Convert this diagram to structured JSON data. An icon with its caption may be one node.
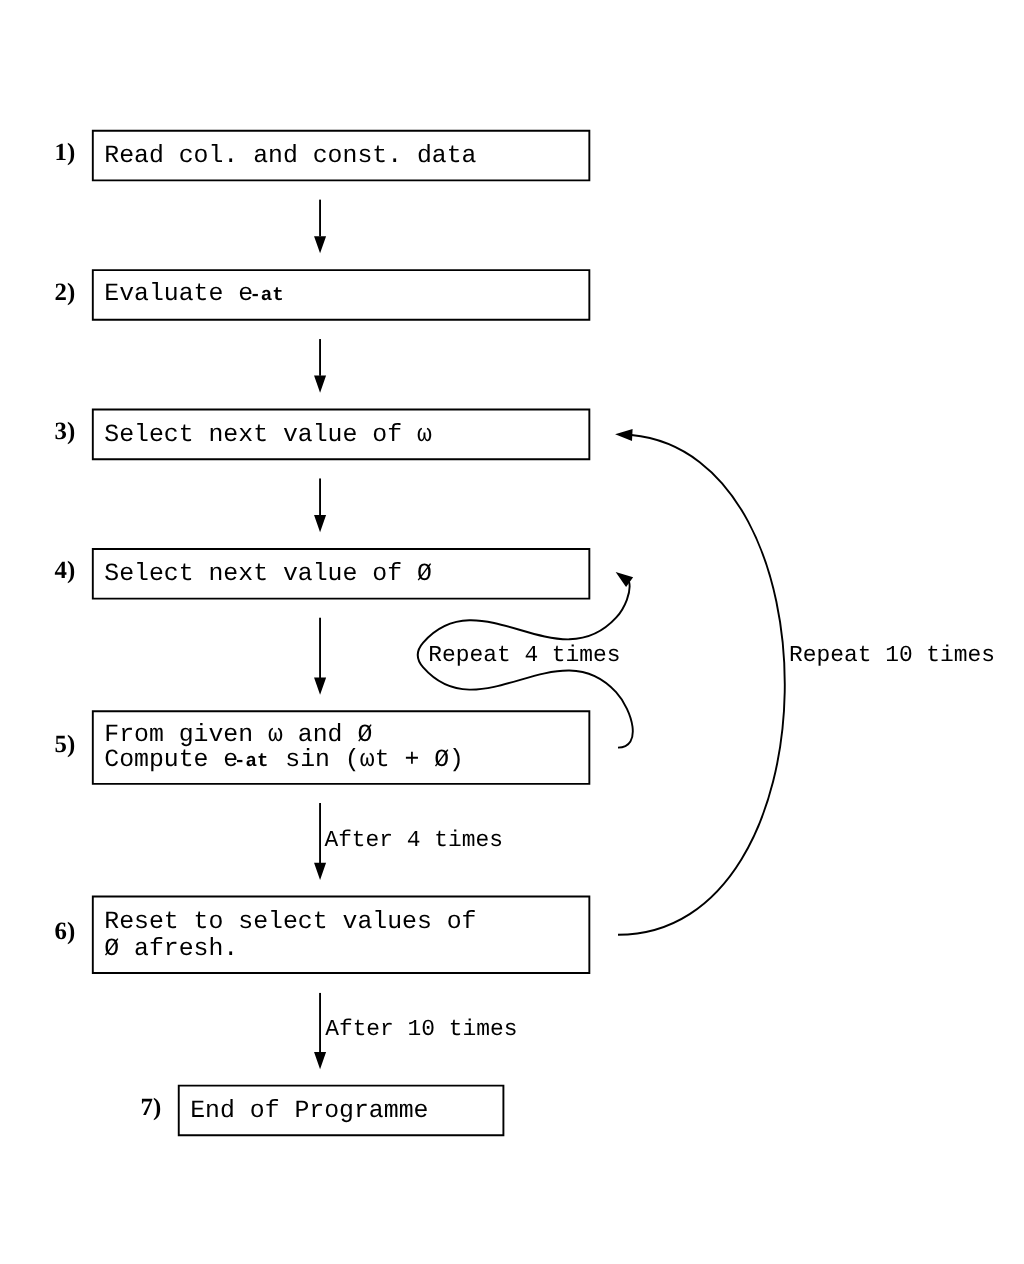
{
  "diagram": {
    "nodes": [
      {
        "text": [
          "Read col. and const. data"
        ],
        "beside": [
          "1)"
        ]
      },
      {
        "text": [
          "Evaluate e$^{-at}$"
        ],
        "beside": [
          "2)"
        ]
      },
      {
        "text": [
          "Select next value of ω"
        ],
        "beside": [
          "3)"
        ]
      },
      {
        "text": [
          "Select next value of Ø"
        ],
        "beside": [
          "4)"
        ]
      },
      {
        "text": [
          "From given ω and Ø Compute e$^{-at}$ sin (ωt + Ø)"
        ],
        "beside": [
          "5)"
        ]
      },
      {
        "text": [
          "Reset to select values of Ø afresh."
        ],
        "beside": [
          "6)"
        ]
      },
      {
        "text": [
          "End of Programme"
        ],
        "beside": [
          "7)"
        ]
      }
    ],
    "edges": [
      {
        "from": 0,
        "to": 1,
        "arrow": "to"
      },
      {
        "from": 1,
        "to": 2,
        "arrow": "to"
      },
      {
        "from": 2,
        "to": 3,
        "arrow": "to"
      },
      {
        "from": 3,
        "to": 4,
        "arrow": "to"
      },
      {
        "from": 4,
        "to": 5,
        "arrow": "to",
        "label": "After 4 times"
      },
      {
        "from": 4,
        "to": 3,
        "arrow": "to",
        "label": "Repeat 4 times"
      },
      {
        "from": 5,
        "to": 2,
        "arrow": "to",
        "label": "Repeat 10 times"
      },
      {
        "from": 5,
        "to": 6,
        "arrow": "to",
        "label": "After 10 times"
      }
    ]
  }
}
